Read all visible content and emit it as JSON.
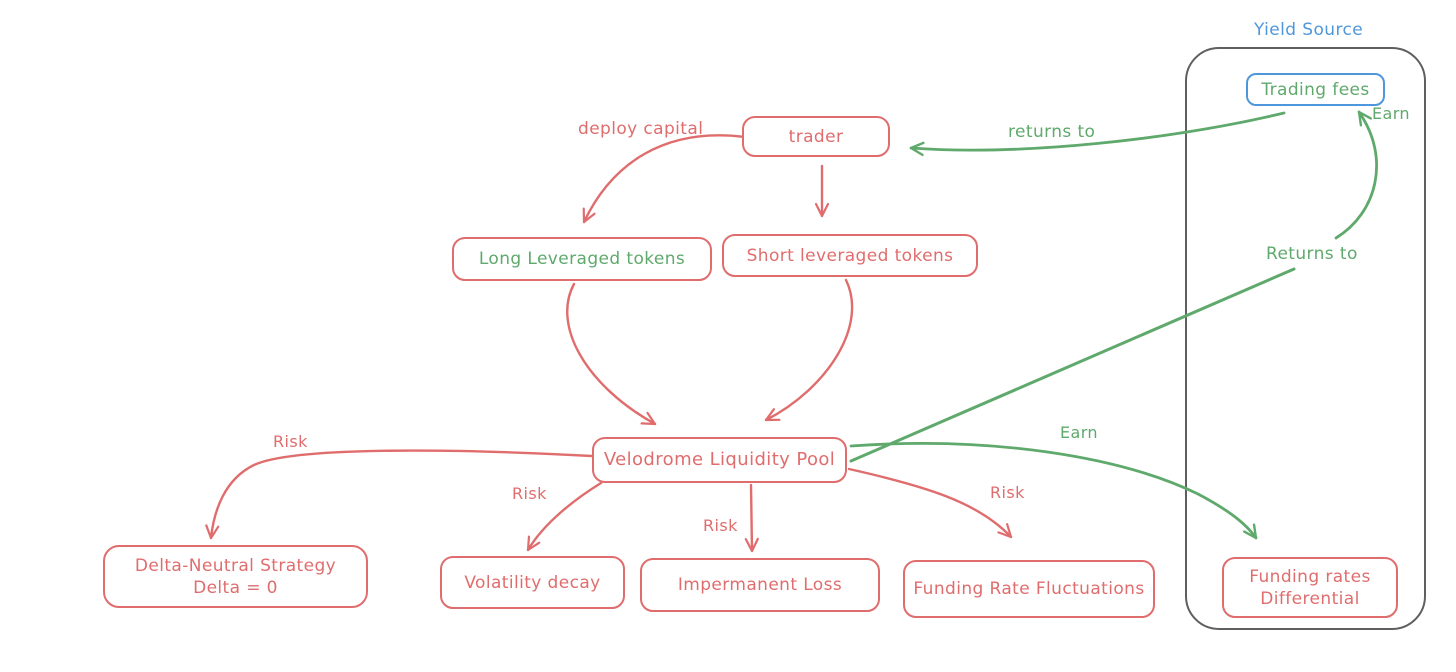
{
  "colors": {
    "red": "#e06d6d",
    "green": "#5fa96c",
    "blue": "#4f97dc",
    "gray": "#5f5f5f",
    "background": "#ffffff"
  },
  "container": {
    "label": "Yield Source"
  },
  "nodes": {
    "trader": {
      "label": "trader"
    },
    "trading_fees": {
      "label": "Trading fees"
    },
    "long_leveraged_tokens": {
      "label": "Long Leveraged tokens"
    },
    "short_leveraged_tokens": {
      "label": "Short leveraged tokens"
    },
    "velodrome_liquidity_pool": {
      "label": "Velodrome Liquidity Pool"
    },
    "delta_neutral_strategy": {
      "line1": "Delta-Neutral Strategy",
      "line2": "Delta = 0"
    },
    "volatility_decay": {
      "label": "Volatility decay"
    },
    "impermanent_loss": {
      "label": "Impermanent Loss"
    },
    "funding_rate_fluctuations": {
      "label": "Funding Rate Fluctuations"
    },
    "funding_rates_differential": {
      "line1": "Funding rates",
      "line2": "Differential"
    }
  },
  "edge_labels": {
    "deploy_capital": "deploy capital",
    "returns_to_small": "returns to",
    "earn_top": "Earn",
    "returns_to_large": "Returns to",
    "earn_mid": "Earn",
    "risk_delta": "Risk",
    "risk_volatility": "Risk",
    "risk_impermanent": "Risk",
    "risk_funding": "Risk"
  }
}
